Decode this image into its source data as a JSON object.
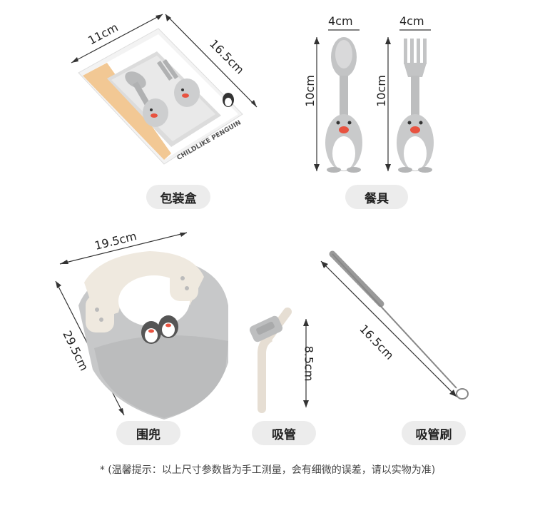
{
  "labels": {
    "box": "包装盒",
    "utensils": "餐具",
    "bib": "围兜",
    "straw": "吸管",
    "brush": "吸管刷"
  },
  "dimensions": {
    "box_width": "11cm",
    "box_height": "16.5cm",
    "spoon_width": "4cm",
    "spoon_height": "10cm",
    "fork_width": "4cm",
    "fork_height": "10cm",
    "bib_width": "19.5cm",
    "bib_height": "29.5cm",
    "straw_height": "8.5cm",
    "brush_length": "16.5cm"
  },
  "box_print": {
    "brand": "CHILDLIKE PENGUIN"
  },
  "footnote": "* (温馨提示：以上尺寸参数皆为手工测量，会有细微的误差，请以实物为准)",
  "colors": {
    "pill_bg": "#ececec",
    "product_gray": "#c9cacb",
    "beak": "#e8523f",
    "cream": "#efe9df",
    "box_orange": "#f2c894"
  }
}
